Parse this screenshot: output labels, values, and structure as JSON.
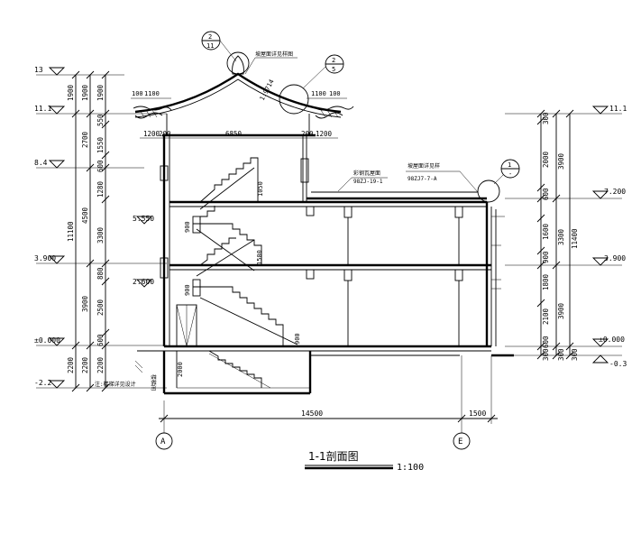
{
  "title": "1-1剖面图",
  "scale": "1:100",
  "left_elevations": [
    "13",
    "11.1",
    "8.4",
    "5.550",
    "3.900",
    "2.600",
    "±0.000",
    "-2.2"
  ],
  "right_elevations": [
    "11.1",
    "7.200",
    "3.900",
    "±0.000",
    "-0.3"
  ],
  "left_outer_dims": [
    "1900",
    "11100",
    "2200"
  ],
  "left_mid_dims": [
    "1900",
    "2700",
    "4500",
    "3900",
    "2200"
  ],
  "left_inner_dims": [
    "1900",
    "550",
    "1550",
    "600",
    "1280",
    "3300",
    "880",
    "2500",
    "600",
    "2200"
  ],
  "right_outer_dims": [
    "11400",
    "300"
  ],
  "right_mid_dims": [
    "3900",
    "3300",
    "3900",
    "300"
  ],
  "right_inner_dims": [
    "300",
    "2000",
    "600",
    "1600",
    "900",
    "1800",
    "2100",
    "600",
    "300"
  ],
  "top_dims": [
    "1200",
    "200",
    "6850",
    "200",
    "1200"
  ],
  "eave_dims": [
    "1100",
    "100",
    "1100"
  ],
  "bottom_dims": [
    "14500",
    "1500"
  ],
  "axes": [
    "A",
    "E"
  ],
  "detail_callouts": [
    {
      "num": "2",
      "sheet": "11"
    },
    {
      "num": "2",
      "sheet": "5"
    },
    {
      "num": "1",
      "sheet": "-"
    }
  ],
  "annotations": [
    "坡屋面详见样图",
    "彩钢瓦屋面",
    "坡屋面详见样",
    "98ZJ-19-1",
    "98ZJ7-7-A",
    "1:9714",
    "1050",
    "900",
    "1500",
    "2000",
    "楼梯间",
    "总"
  ],
  "footnote": "注:楼梯详见设计"
}
